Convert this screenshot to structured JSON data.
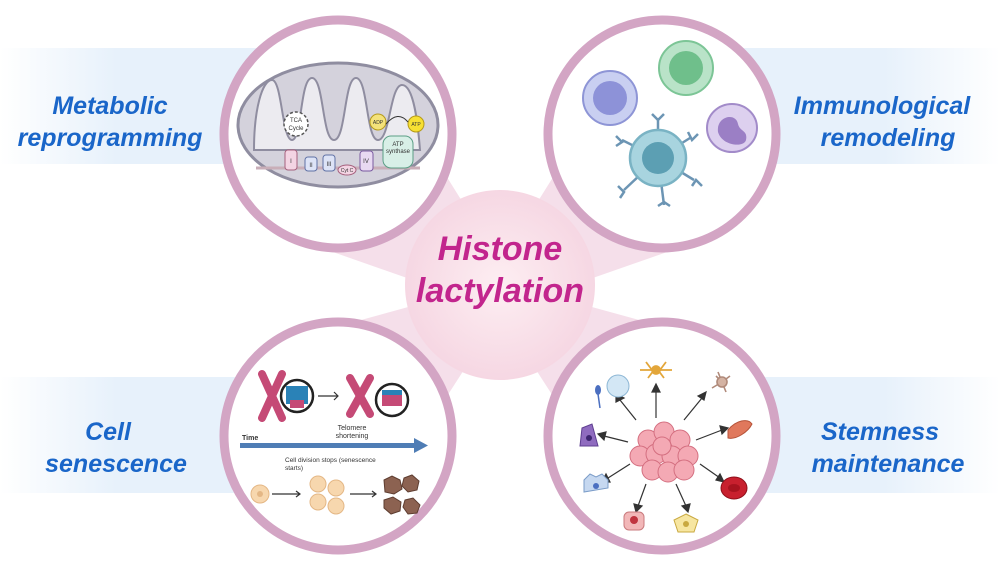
{
  "center": {
    "line1": "Histone",
    "line2": "lactylation"
  },
  "quadrants": {
    "top_left": {
      "line1": "Metabolic",
      "line2": "reprogramming"
    },
    "top_right": {
      "line1": "Immunological",
      "line2": "remodeling"
    },
    "bottom_left": {
      "line1": "Cell",
      "line2": "senescence"
    },
    "bottom_right": {
      "line1": "Stemness",
      "line2": "maintenance"
    }
  },
  "mitochondrion": {
    "tca_line1": "TCA",
    "tca_line2": "Cycle",
    "complex_1": "I",
    "complex_2": "II",
    "complex_3": "III",
    "complex_4": "IV",
    "cyt_c": "Cyt C",
    "adp": "ADP",
    "atp": "ATP",
    "atp_synthase_line1": "ATP",
    "atp_synthase_line2": "synthase"
  },
  "senescence": {
    "time_label": "Time",
    "telomere_line1": "Telomere",
    "telomere_line2": "shortening",
    "division_line1": "Cell division stops (senescence",
    "division_line2": "starts)"
  },
  "colors": {
    "label_blue": "#1a66c9",
    "center_magenta": "#c2258d",
    "ring": "#d6a6c8",
    "petal": "#f2d7e6",
    "band": "#e6f1fb",
    "center_fill": "#f9e1ea"
  },
  "icons": [
    "mitochondrion-icon",
    "lymphocyte-icon",
    "macrophage-icon",
    "b-cell-icon",
    "chromosome-icon",
    "stem-cell-cluster-icon",
    "neuron-icon",
    "red-blood-cell-icon"
  ]
}
